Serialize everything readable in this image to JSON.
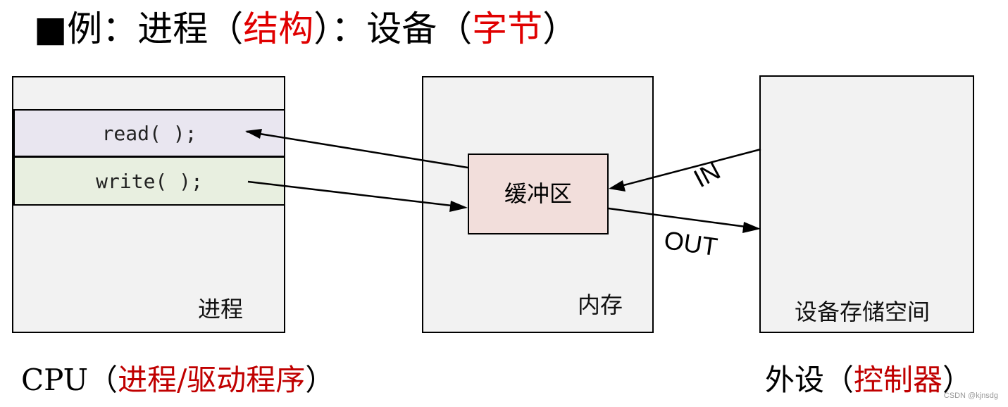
{
  "title": {
    "prefix": "■例：进程（",
    "struct": "结构",
    "middle": "）：设备（",
    "byte": "字节",
    "suffix": "）"
  },
  "process": {
    "read": "read( );",
    "write": "write( );",
    "label": "进程"
  },
  "memory": {
    "buffer": "缓冲区",
    "label": "内存"
  },
  "device": {
    "label": "设备存储空间"
  },
  "arrows": {
    "in": "IN",
    "out": "OUT"
  },
  "captions": {
    "cpu_prefix": "CPU（",
    "cpu_red": "进程/驱动程序",
    "cpu_suffix": "）",
    "ext_prefix": "外设（",
    "ext_red": "控制器",
    "ext_suffix": "）"
  },
  "watermark": "CSDN @kjnsdg"
}
